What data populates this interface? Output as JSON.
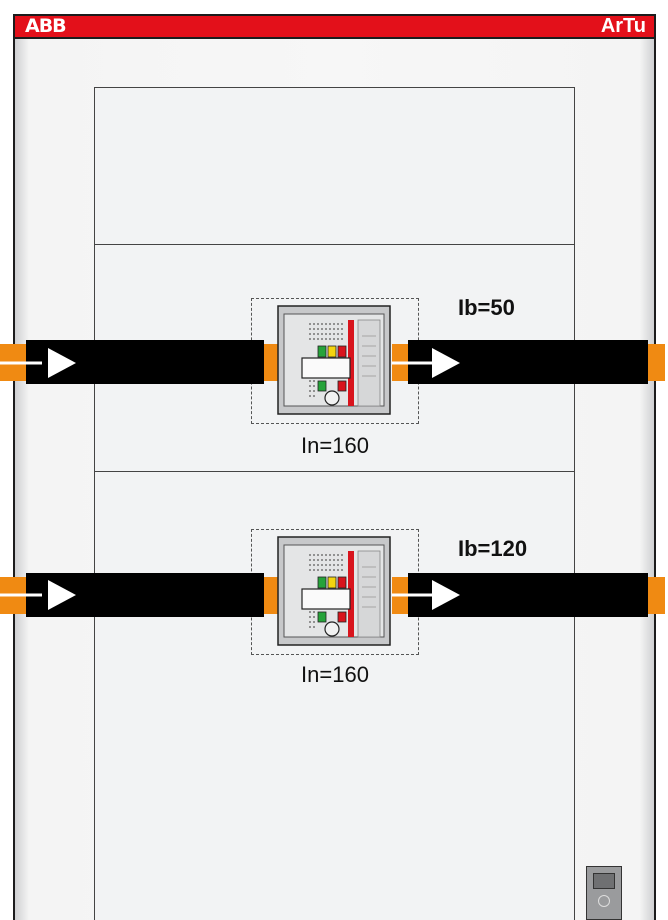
{
  "header": {
    "logo_text": "ABB",
    "brand_text": "ArTu",
    "bar_color": "#e3101a"
  },
  "circuits": [
    {
      "ib_label": "Ib=50",
      "in_label": "In=160"
    },
    {
      "ib_label": "Ib=120",
      "in_label": "In=160"
    }
  ],
  "colors": {
    "conductor": "#000000",
    "connector": "#f08a12",
    "flow_arrow": "#ffffff",
    "breaker_stripe": "#d8141d",
    "indicator_green": "#26a33a",
    "indicator_yellow": "#f4d40f",
    "indicator_red": "#d8141d"
  },
  "icons": {
    "breaker": "circuit-breaker-icon",
    "flow": "arrow-right-icon",
    "handle": "cabinet-lock-handle-icon"
  }
}
